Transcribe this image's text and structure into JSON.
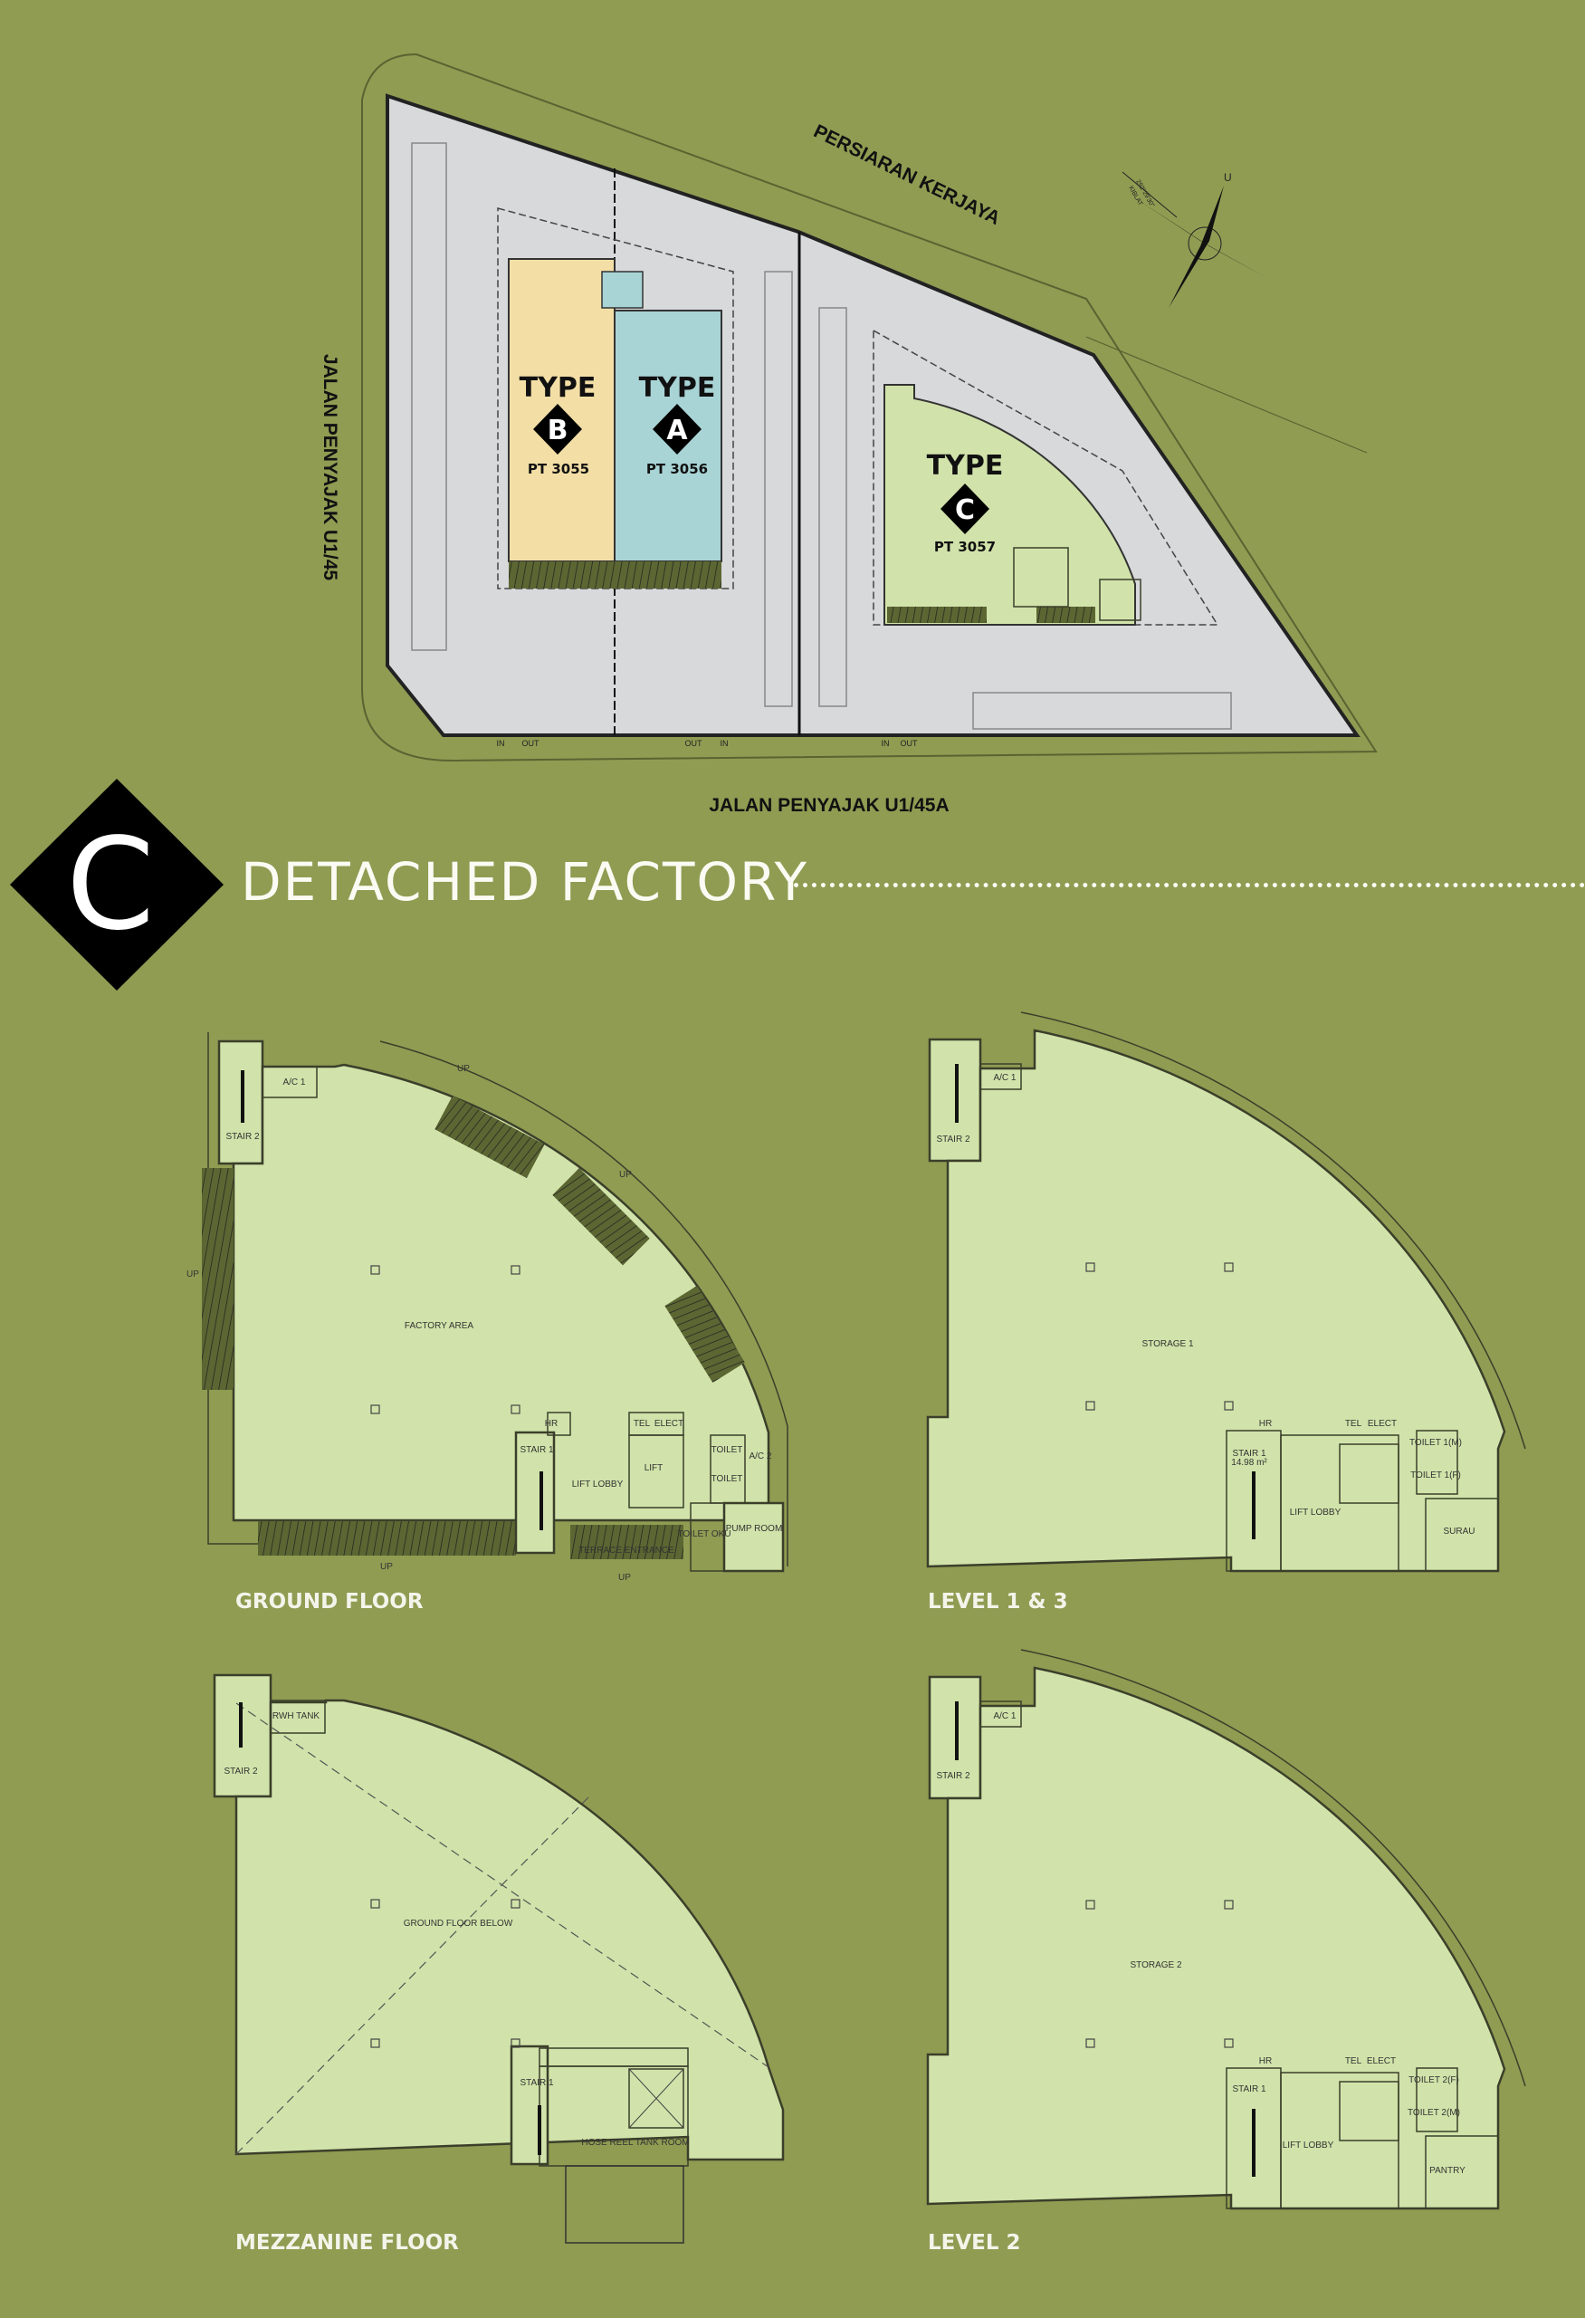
{
  "site_plan": {
    "roads": {
      "north": "PERSIARAN KERJAYA",
      "west": "JALAN PENYAJAK U1/45",
      "south": "JALAN PENYAJAK U1/45A"
    },
    "compass": {
      "bearing": "292°29'30\"",
      "label": "KIBLAT",
      "north": "U"
    },
    "lots": [
      {
        "type_label": "TYPE",
        "letter": "B",
        "pt": "PT 3055",
        "color": "#f3dfa6"
      },
      {
        "type_label": "TYPE",
        "letter": "A",
        "pt": "PT 3056",
        "color": "#a9d4d6"
      },
      {
        "type_label": "TYPE",
        "letter": "C",
        "pt": "PT 3057",
        "color": "#d1e3aa"
      }
    ],
    "gates": [
      "IN",
      "OUT",
      "OUT",
      "IN",
      "IN",
      "OUT"
    ]
  },
  "section": {
    "letter": "C",
    "title": "DETACHED FACTORY"
  },
  "colors": {
    "background": "#8f9c52",
    "floor_fill": "#d1e3aa",
    "diamond": "#000000"
  },
  "floors": {
    "ground": {
      "label": "GROUND FLOOR",
      "rooms": [
        "STAIR 2",
        "A/C 1",
        "FACTORY AREA",
        "HR",
        "STAIR 1",
        "LIFT LOBBY",
        "TEL",
        "ELECT",
        "LIFT",
        "TOILET",
        "TOILET",
        "A/C 2",
        "PUMP ROOM",
        "TOILET OKU",
        "TERRACE ENTRANCE"
      ],
      "stair_marks": [
        "UP",
        "UP",
        "UP",
        "UP",
        "UP"
      ]
    },
    "level13": {
      "label": "LEVEL 1 & 3",
      "rooms": [
        "A/C 1",
        "STAIR 2",
        "STORAGE 1",
        "HR",
        "TEL",
        "ELECT",
        "STAIR 1",
        "LIFT LOBBY",
        "TOILET 1(M)",
        "TOILET 1(F)",
        "SURAU"
      ],
      "area": "14.98 m²"
    },
    "mezzanine": {
      "label": "MEZZANINE FLOOR",
      "rooms": [
        "RWH TANK",
        "STAIR 2",
        "GROUND FLOOR BELOW",
        "STAIR 1",
        "HOSE REEL TANK ROOM"
      ]
    },
    "level2": {
      "label": "LEVEL 2",
      "rooms": [
        "A/C 1",
        "STAIR 2",
        "STORAGE 2",
        "HR",
        "TEL",
        "ELECT",
        "STAIR 1",
        "LIFT LOBBY",
        "TOILET 2(F)",
        "TOILET 2(M)",
        "PANTRY"
      ]
    }
  }
}
